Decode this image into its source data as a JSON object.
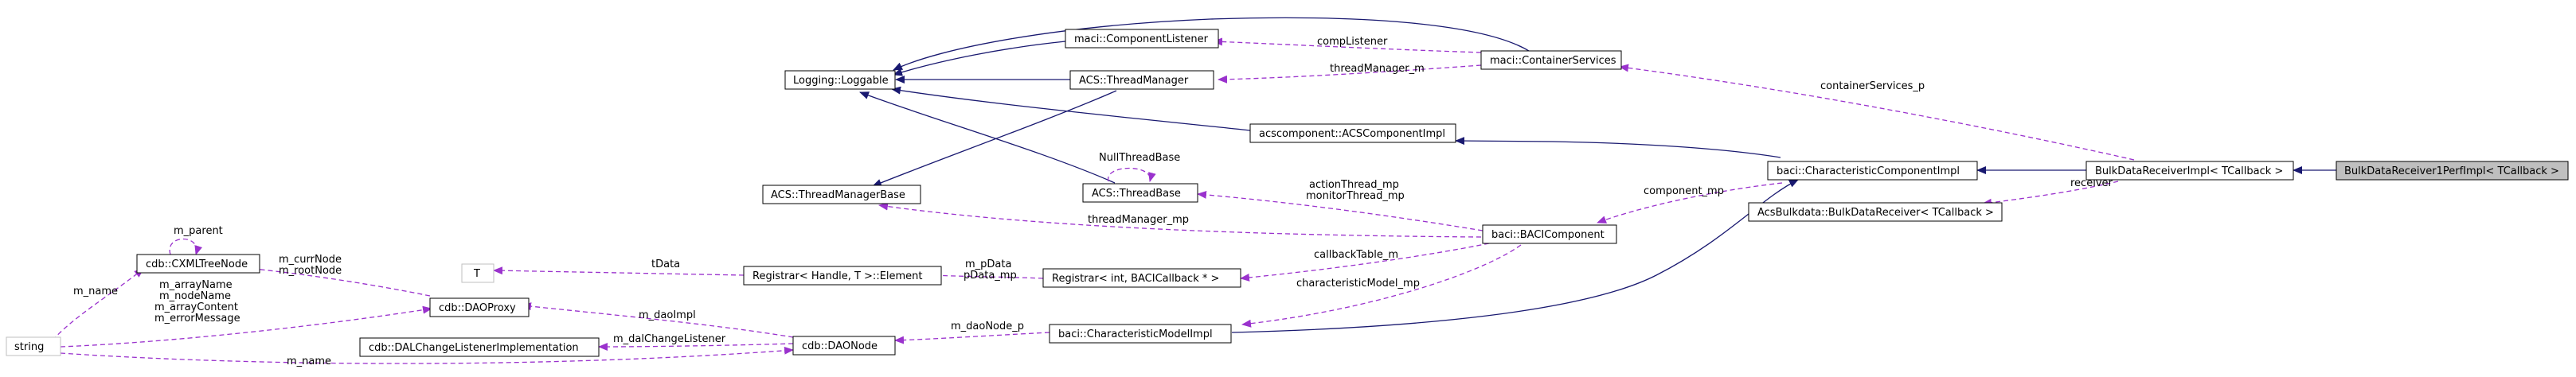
{
  "nodes": [
    {
      "id": "perf",
      "label": "BulkDataReceiver1PerfImpl< TCallback >",
      "highlight": true
    },
    {
      "id": "bdr_impl",
      "label": "BulkDataReceiverImpl< TCallback >"
    },
    {
      "id": "ccimpl",
      "label": "baci::CharacteristicComponentImpl"
    },
    {
      "id": "acsbd",
      "label": "AcsBulkdata::BulkDataReceiver< TCallback >"
    },
    {
      "id": "acscomp",
      "label": "acscomponent::ACSComponentImpl"
    },
    {
      "id": "contsvc",
      "label": "maci::ContainerServices"
    },
    {
      "id": "complist",
      "label": "maci::ComponentListener"
    },
    {
      "id": "threadmgr",
      "label": "ACS::ThreadManager"
    },
    {
      "id": "loggable",
      "label": "Logging::Loggable"
    },
    {
      "id": "threadmgrbase",
      "label": "ACS::ThreadManagerBase"
    },
    {
      "id": "threadbase",
      "label": "ACS::ThreadBase"
    },
    {
      "id": "bacicomp",
      "label": "baci::BACIComponent"
    },
    {
      "id": "regelem",
      "label": "Registrar< Handle, T >::Element"
    },
    {
      "id": "T",
      "label": "T"
    },
    {
      "id": "regbaci",
      "label": "Registrar< int, BACICallback * >"
    },
    {
      "id": "charmodel",
      "label": "baci::CharacteristicModelImpl"
    },
    {
      "id": "daonode",
      "label": "cdb::DAONode"
    },
    {
      "id": "daoproxy",
      "label": "cdb::DAOProxy"
    },
    {
      "id": "dalchange",
      "label": "cdb::DALChangeListenerImplementation"
    },
    {
      "id": "xmltree",
      "label": "cdb::CXMLTreeNode"
    },
    {
      "id": "string",
      "label": "string"
    }
  ],
  "edge_labels": {
    "containerServices_p": "containerServices_p",
    "receiver": "receiver",
    "compListener": "compListener",
    "threadManager_m": "threadManager_m",
    "component_mp": "component_mp",
    "actionThread_mp": "actionThread_mp",
    "monitorThread_mp": "monitorThread_mp",
    "nullThreadBase": "NullThreadBase",
    "threadManager_mp": "threadManager_mp",
    "callbackTable_m": "callbackTable_m",
    "characteristicModel_mp": "characteristicModel_mp",
    "m_pData": "m_pData",
    "pData_mp": "pData_mp",
    "tData": "tData",
    "m_daoNode_p": "m_daoNode_p",
    "m_daoImpl": "m_daoImpl",
    "m_dalChangeListener": "m_dalChangeListener",
    "m_name_dao": "m_name",
    "m_parent": "m_parent",
    "m_currNode": "m_currNode",
    "m_rootNode": "m_rootNode",
    "m_name_xml": "m_name",
    "m_arrayName": "m_arrayName",
    "m_nodeName": "m_nodeName",
    "m_arrayContent": "m_arrayContent",
    "m_errorMessage": "m_errorMessage"
  },
  "colors": {
    "inheritance": "#191970",
    "usage": "#9a32cd",
    "highlight_fill": "#bfbfbf",
    "node_fill": "#ffffff",
    "node_border": "#000000",
    "greyed_border": "#bfbfbf"
  }
}
